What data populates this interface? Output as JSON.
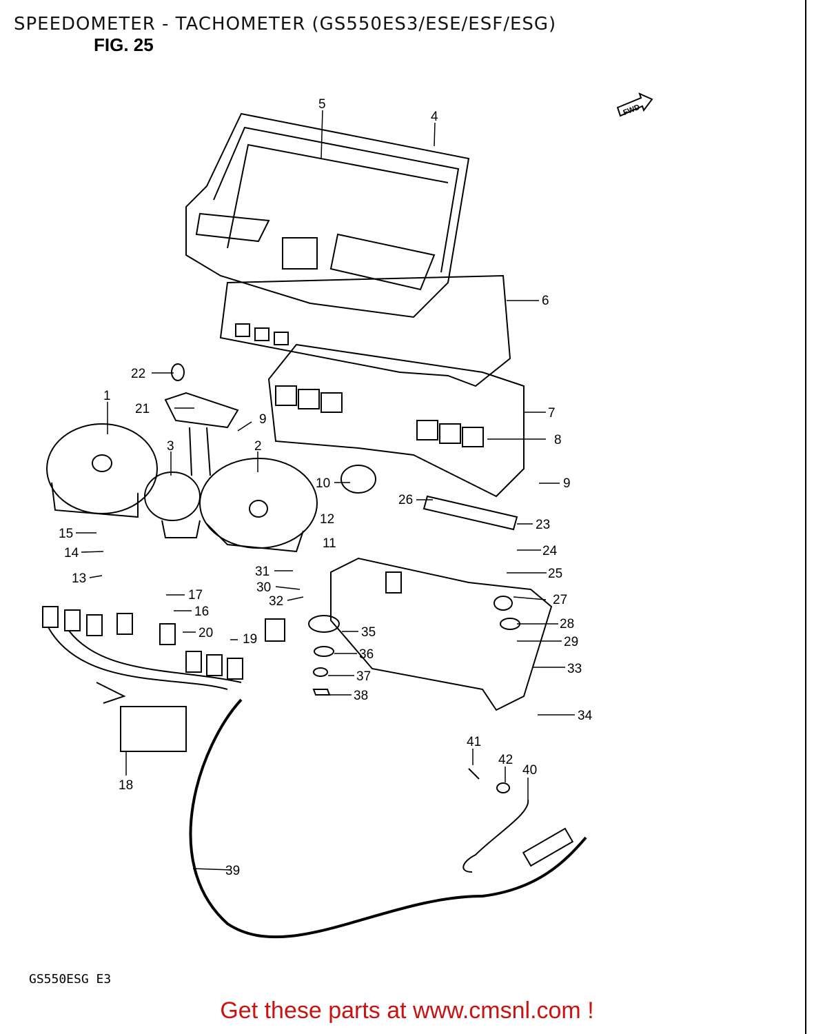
{
  "header": {
    "title": "SPEEDOMETER - TACHOMETER (GS550ES3/ESE/ESF/ESG)",
    "figure": "FIG. 25"
  },
  "badge": {
    "fwd_label": "FWD"
  },
  "model_code": "GS550ESG  E3",
  "footer": {
    "text": "Get these parts at www.cmsnl.com !",
    "color": "#cc1111"
  },
  "callouts": [
    "1",
    "2",
    "3",
    "4",
    "5",
    "6",
    "7",
    "8",
    "9",
    "9",
    "10",
    "11",
    "12",
    "13",
    "14",
    "15",
    "16",
    "17",
    "18",
    "19",
    "20",
    "21",
    "22",
    "23",
    "24",
    "25",
    "26",
    "27",
    "28",
    "29",
    "30",
    "31",
    "32",
    "33",
    "34",
    "35",
    "36",
    "37",
    "38",
    "39",
    "40",
    "41",
    "42"
  ]
}
